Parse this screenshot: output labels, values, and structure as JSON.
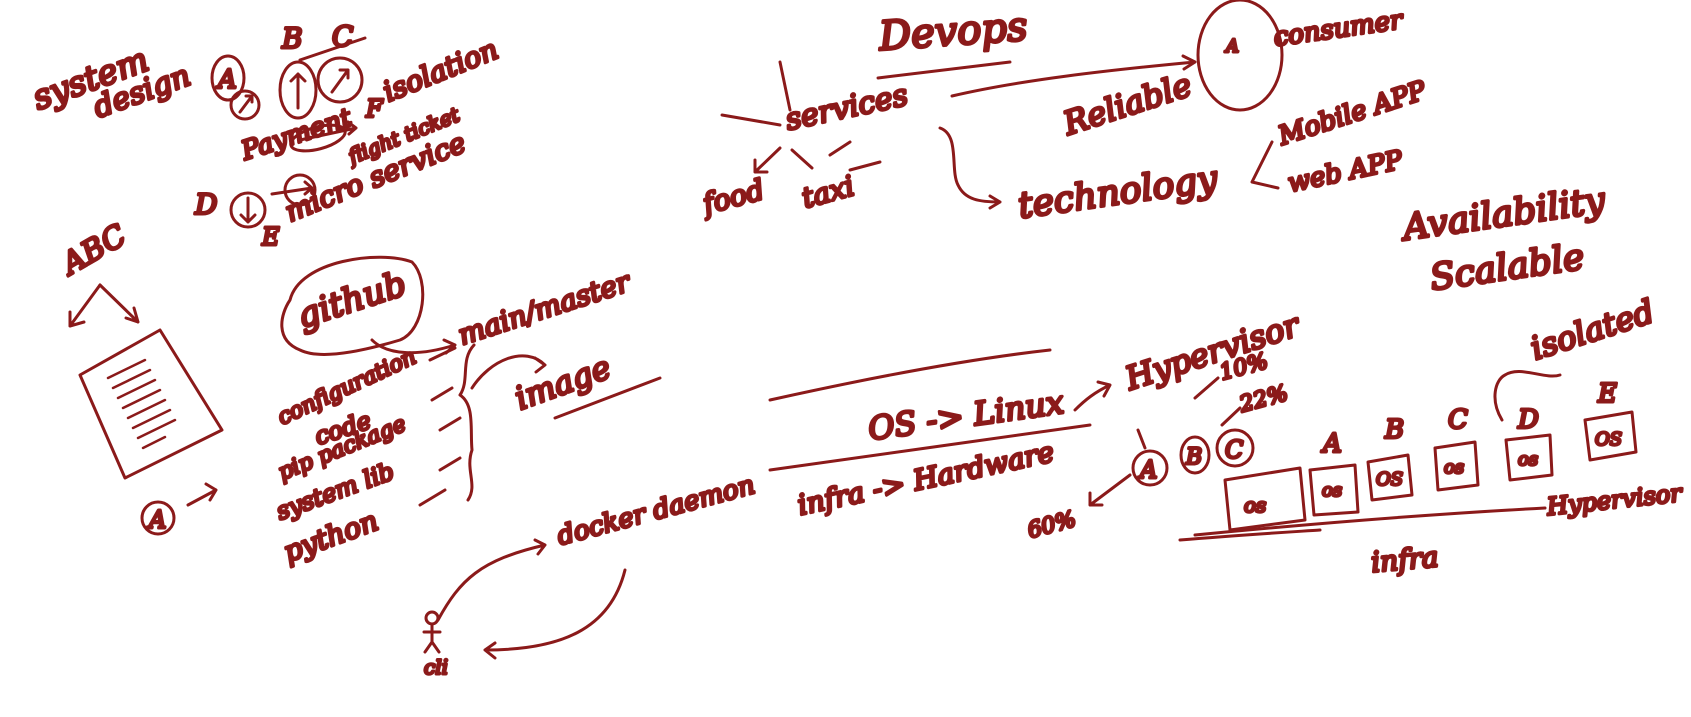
{
  "ink_color": "#8b1a1a",
  "background": "#ffffff",
  "notes": {
    "system_design": [
      "system",
      "design"
    ],
    "services_letters": [
      "A",
      "B",
      "C"
    ],
    "isolation": "isolation",
    "payment": "Payment",
    "flight_ticket": "flight ticket",
    "micro_service": "micro service",
    "d_label": "D",
    "e_label": "E",
    "f_label": "F",
    "abc": "ABC",
    "a_circle": "A",
    "github": "github",
    "main_master": "main/master",
    "repo_items": [
      "configuration",
      "code",
      "pip package",
      "system lib",
      "python"
    ],
    "image": "image",
    "docker_daemon": "docker daemon",
    "user_icon_label": "cli",
    "devops": "Devops",
    "services": "services",
    "food": "food",
    "taxi": "taxi",
    "reliable": "Reliable",
    "consumer": "consumer",
    "technology": "technology",
    "mobile_app": "Mobile APP",
    "web_app": "web APP",
    "availability": "Availability",
    "scalable": "Scalable",
    "os_linux": "OS -> Linux",
    "infra_hardware": "infra -> Hardware",
    "hypervisor_top": "Hypervisor",
    "pct_10": "10%",
    "pct_22": "22%",
    "pct_60": "60%",
    "vm_abc": [
      "A",
      "B",
      "C"
    ],
    "isolated": "isolated",
    "vm_boxes": [
      {
        "letter": "",
        "os": "os"
      },
      {
        "letter": "A",
        "os": "os"
      },
      {
        "letter": "B",
        "os": "OS"
      },
      {
        "letter": "C",
        "os": "os"
      },
      {
        "letter": "D",
        "os": "os"
      },
      {
        "letter": "E",
        "os": "OS"
      }
    ],
    "hypervisor_bottom": "Hypervisor",
    "infra": "infra"
  }
}
